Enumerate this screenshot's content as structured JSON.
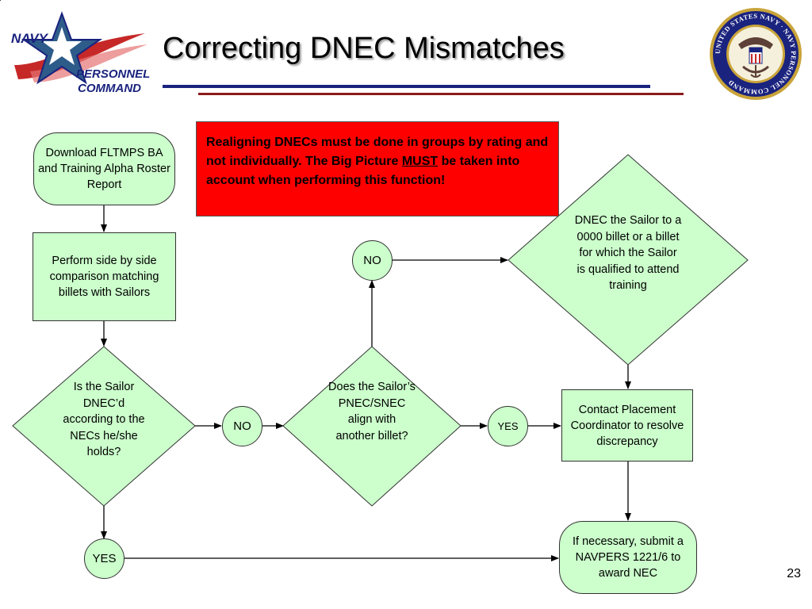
{
  "header": {
    "title": "Correcting DNEC Mismatches",
    "logo_left_text": [
      "NAVY",
      "PERSONNEL",
      "COMMAND"
    ],
    "seal_text": "UNITED STATES NAVY · NAVY PERSONNEL COMMAND"
  },
  "callout": {
    "text_before": "Realigning DNECs must be done in groups by rating and not individually.  The Big Picture ",
    "text_emphasis": "MUST",
    "text_after": " be taken into account when performing this function!"
  },
  "nodes": {
    "download": "Download FLTMPS BA and Training Alpha Roster Report",
    "compare": "Perform side by side comparison matching billets with Sailors",
    "decision_dnecd": "Is the Sailor DNEC’d according to the NECs he/she holds?",
    "no_1": "NO",
    "decision_pnec": "Does the Sailor’s PNEC/SNEC align with another billet?",
    "no_2": "NO",
    "yes_1": "YES",
    "dnec_to_billet": "DNEC the Sailor to a 0000 billet or a billet for which the Sailor is qualified to attend training",
    "contact_coordinator": "Contact Placement Coordinator to resolve discrepancy",
    "yes_2": "YES",
    "submit_navpers": "If necessary, submit a NAVPERS 1221/6 to award NEC"
  },
  "footer": {
    "page_number": "23"
  },
  "colors": {
    "node_fill": "#ccffcc",
    "callout_fill": "#ff0000",
    "rule_blue": "#1a237e",
    "rule_red": "#8b1a1a"
  }
}
